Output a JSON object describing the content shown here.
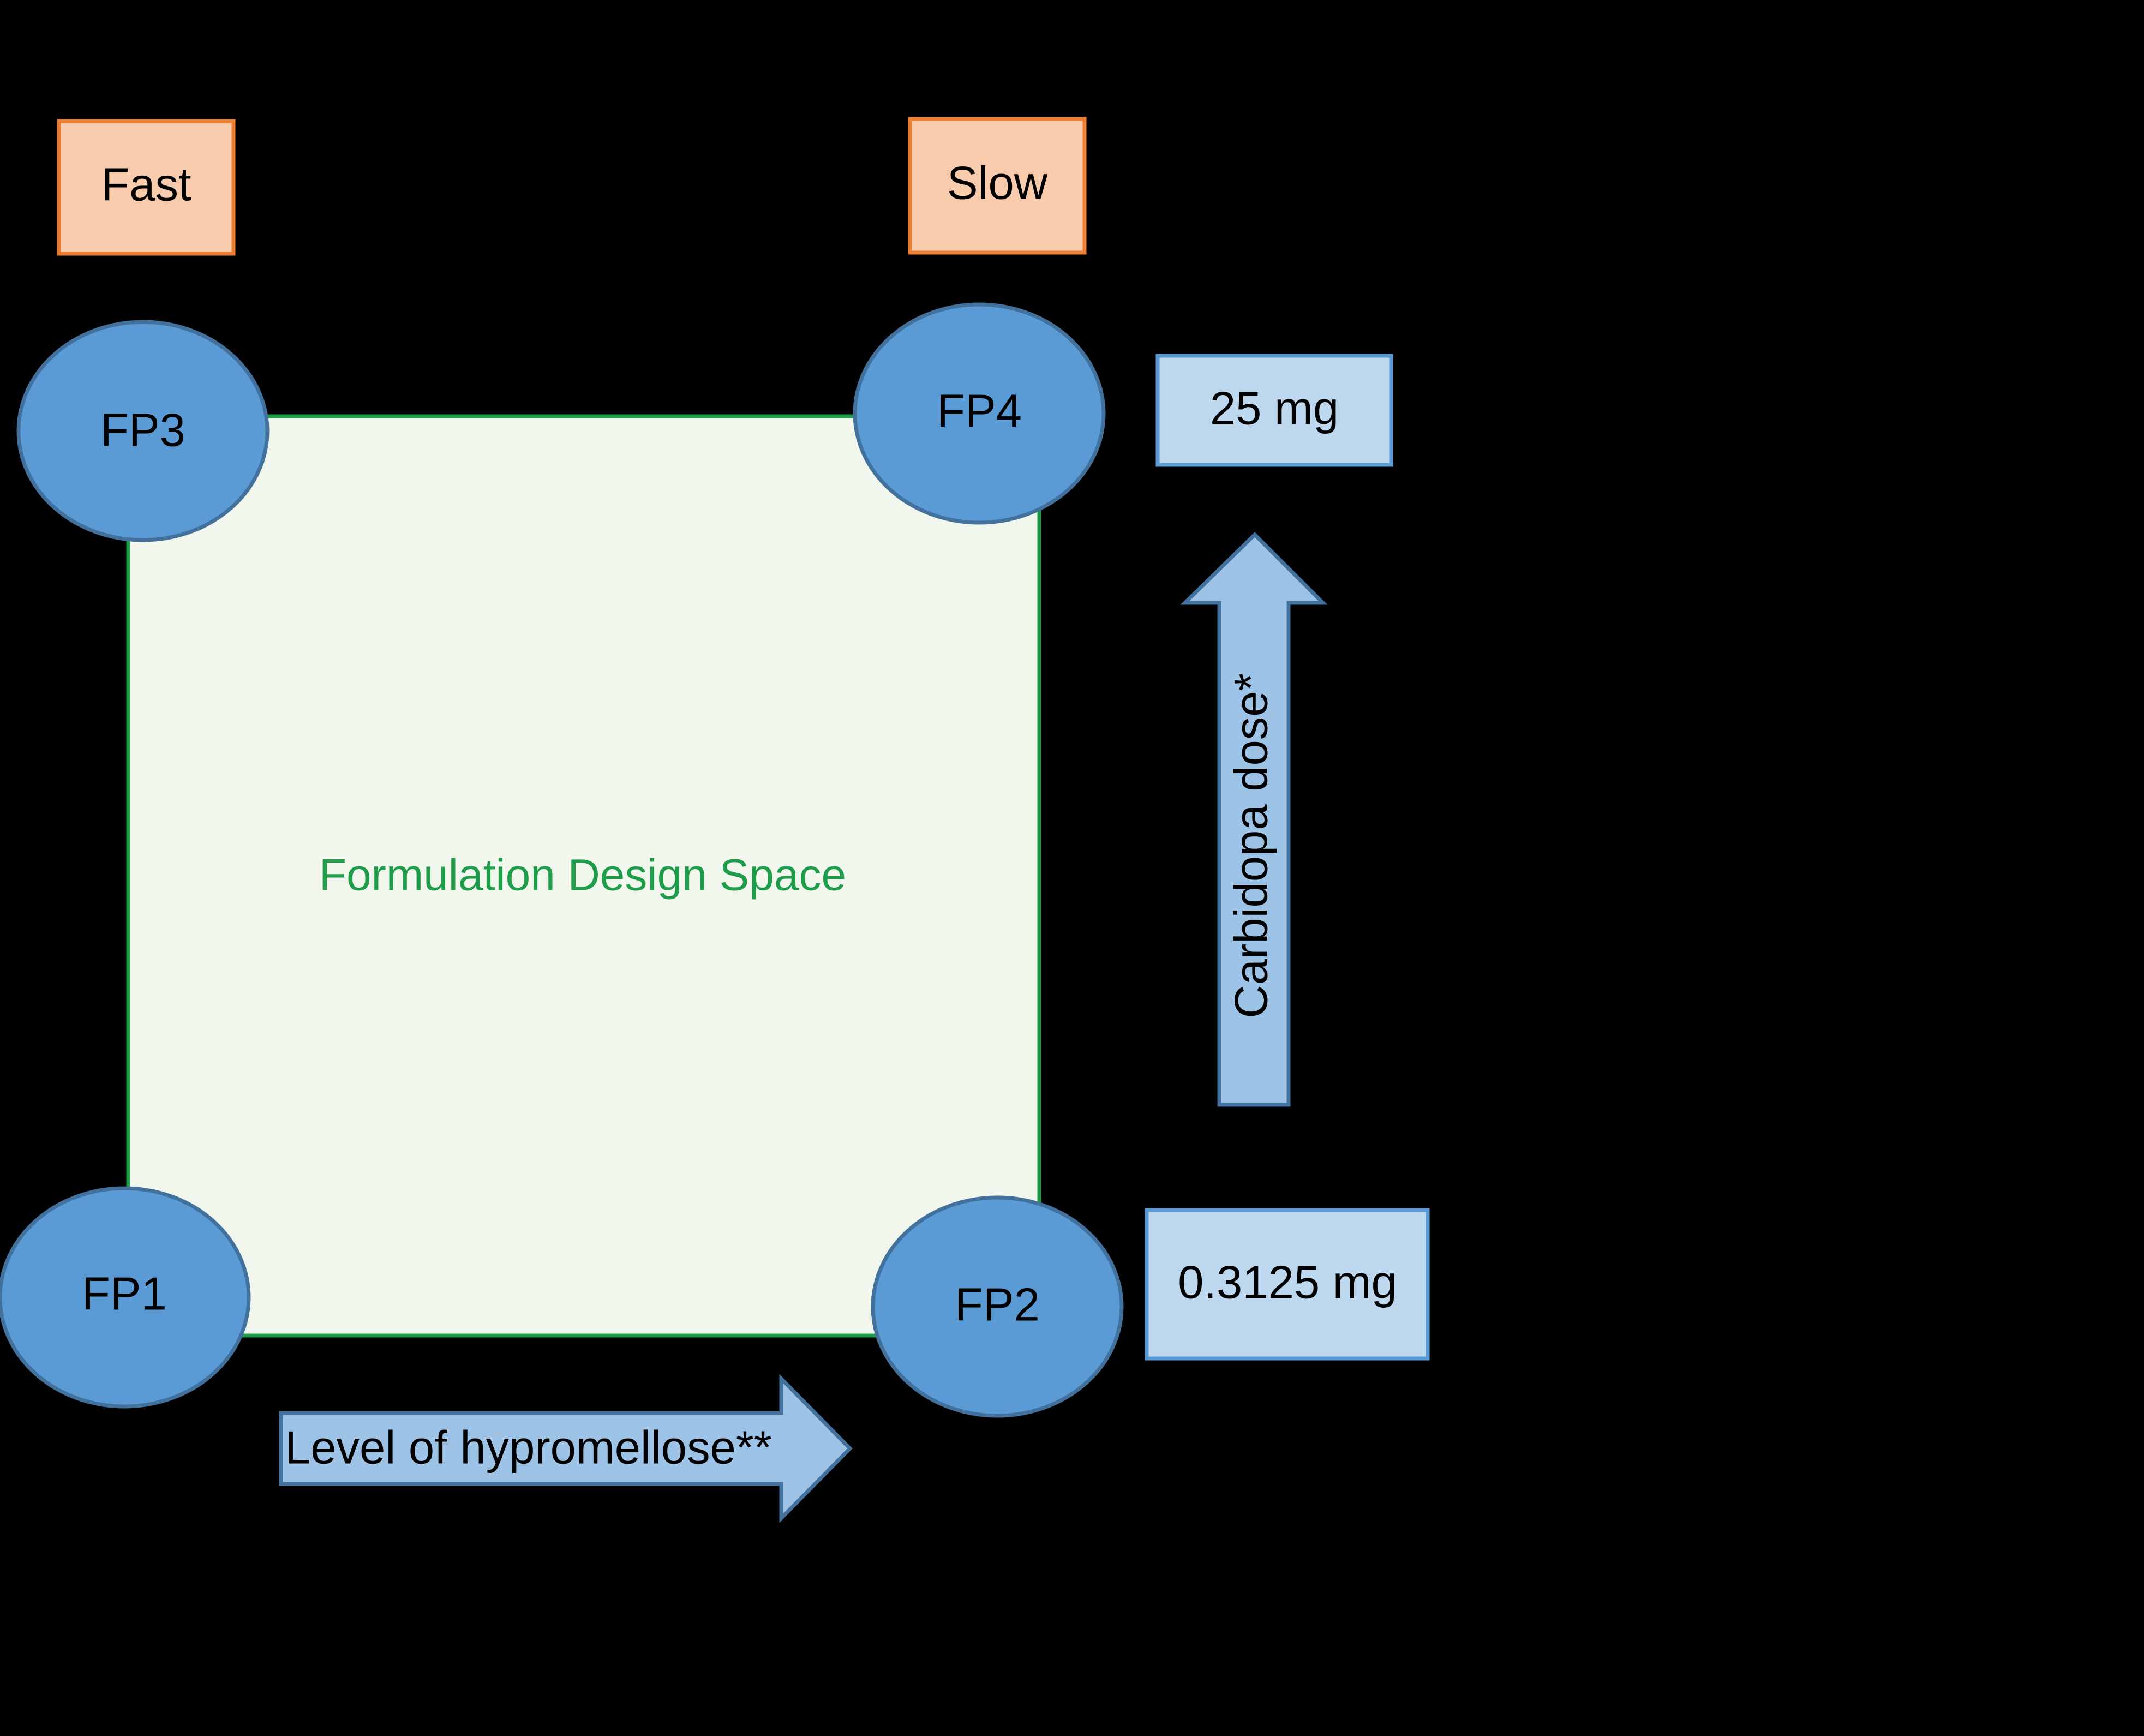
{
  "diagram": {
    "release_labels": {
      "fast": "Fast",
      "slow": "Slow"
    },
    "nodes": {
      "fp1": "FP1",
      "fp2": "FP2",
      "fp3": "FP3",
      "fp4": "FP4"
    },
    "design_space": {
      "label": "Formulation Design Space"
    },
    "dose_labels": {
      "high": "25 mg",
      "low": "0.3125 mg"
    },
    "arrows": {
      "horizontal": "Level of hypromellose**",
      "vertical": "Carbidopa dose*"
    }
  },
  "colors": {
    "background": "#000000",
    "orange_fill": "#F8CBAD",
    "orange_stroke": "#ED7D31",
    "circle_fill": "#5B9BD5",
    "circle_stroke": "#41719C",
    "design_space_fill": "#F2F7EE",
    "design_space_stroke": "#1E9C4A",
    "design_space_text": "#1E9C4A",
    "dose_fill": "#BDD7EE",
    "dose_stroke": "#5B9BD5",
    "arrow_fill": "#9DC3E6",
    "arrow_stroke": "#41719C"
  }
}
